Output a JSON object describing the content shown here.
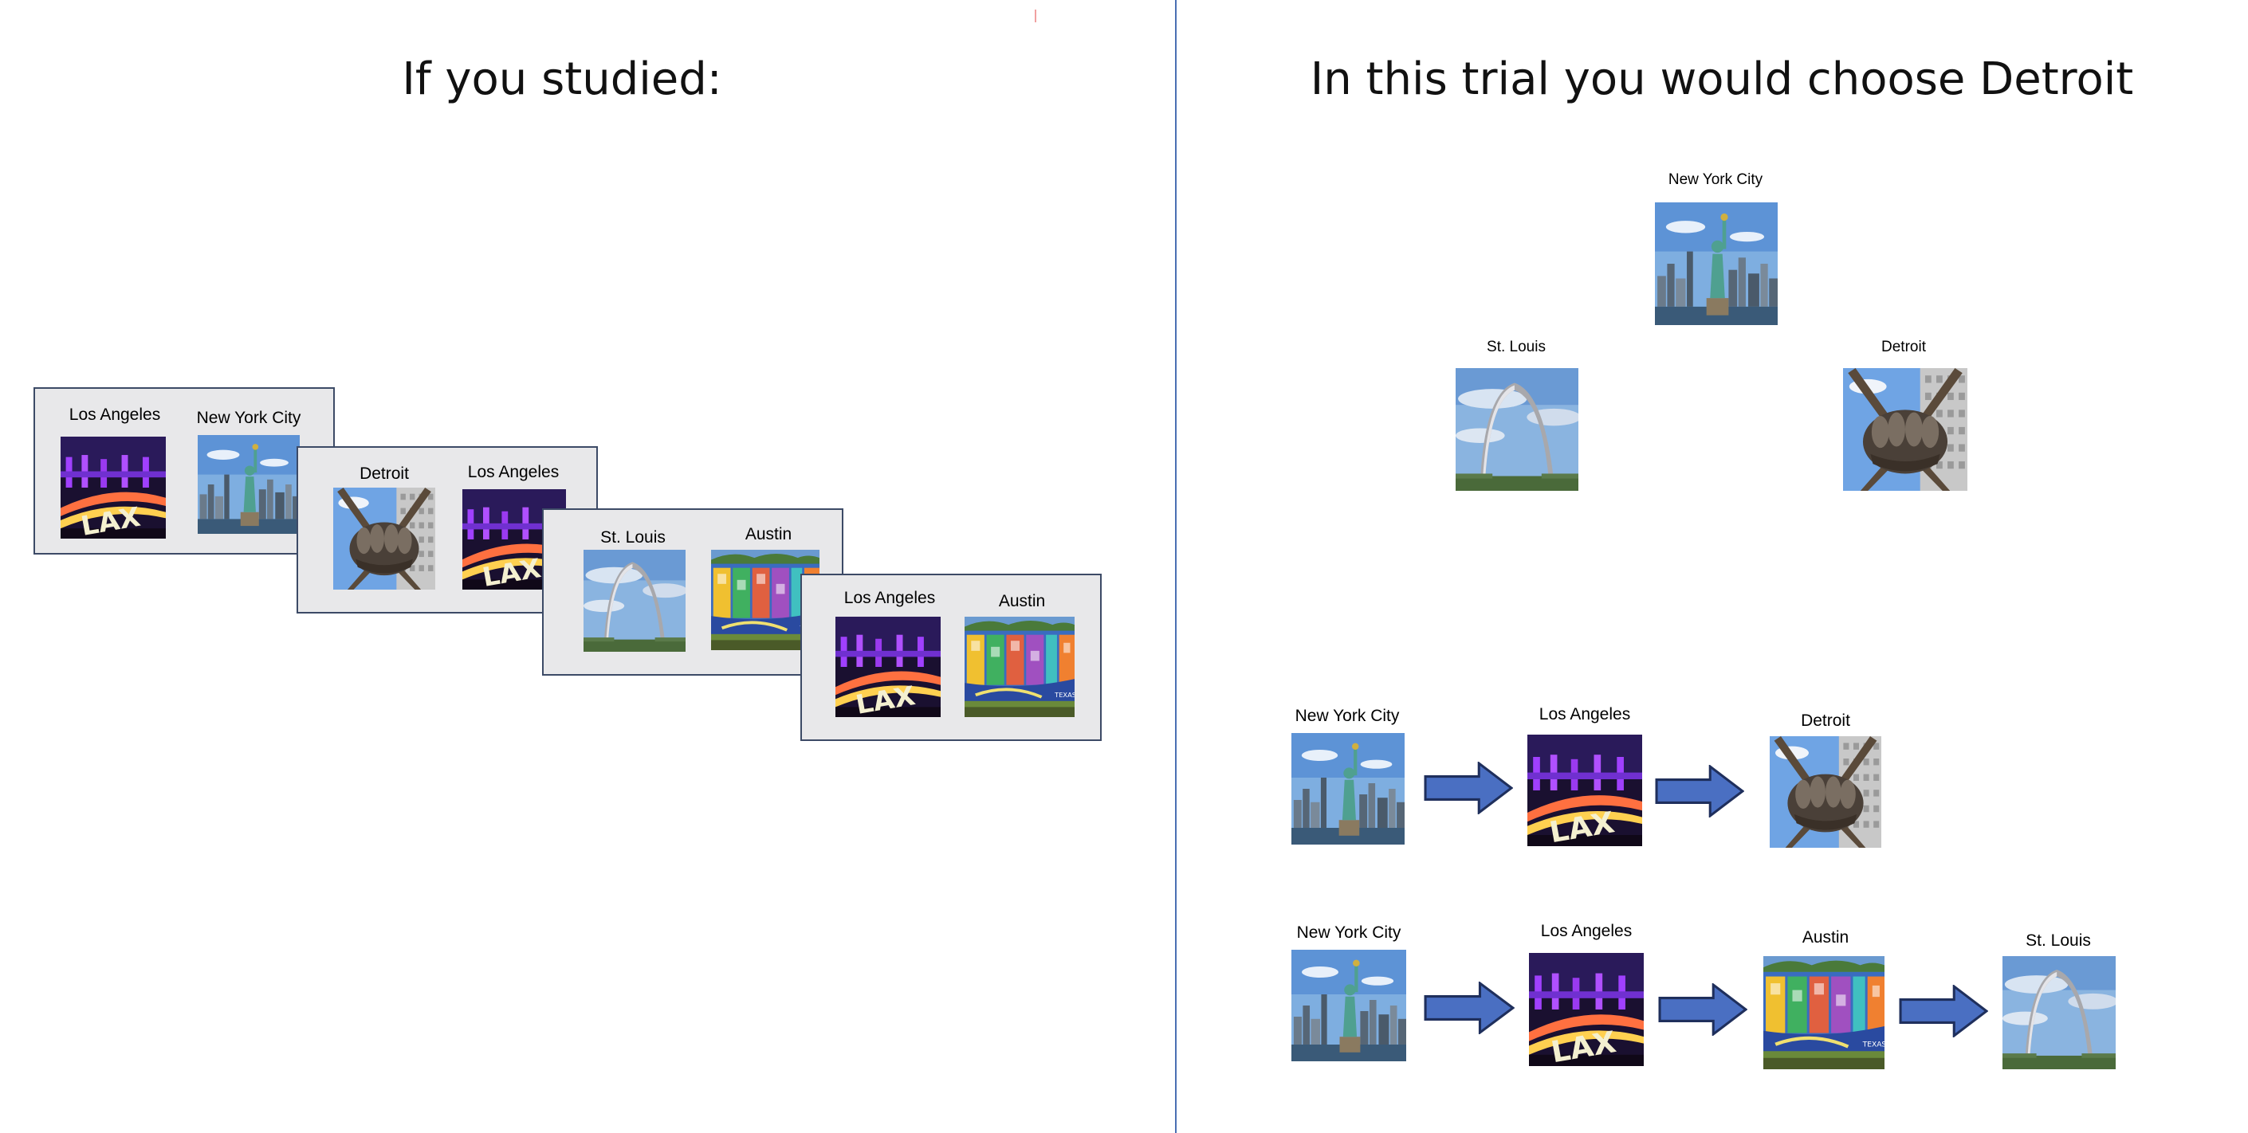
{
  "left_title": "If you studied:",
  "right_title": "In this trial you would choose Detroit",
  "cities": {
    "la": "Los Angeles",
    "nyc": "New York City",
    "detroit": "Detroit",
    "stl": "St. Louis",
    "austin": "Austin"
  },
  "colors": {
    "divider": "#4a6fb3",
    "arrow_fill": "#4a6fc2",
    "arrow_stroke": "#1f2f5c",
    "card_bg": "#e8e8ea"
  }
}
